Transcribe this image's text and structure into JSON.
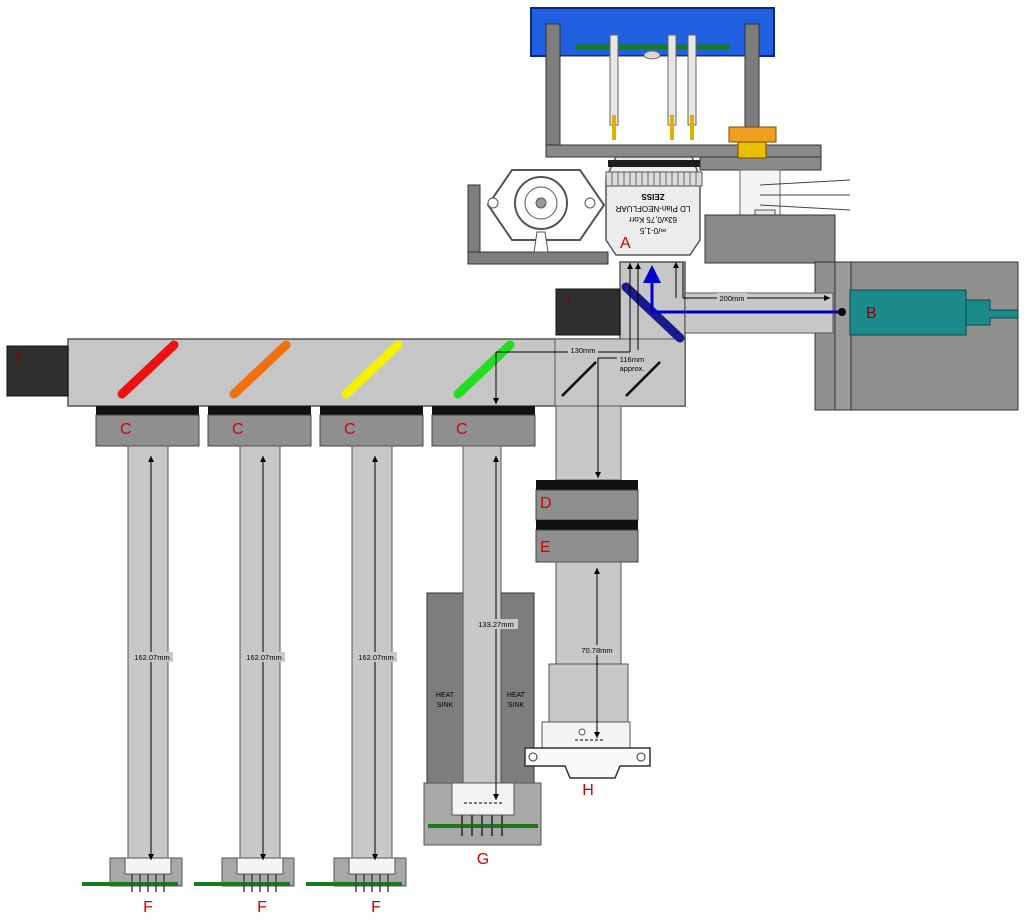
{
  "labels": {
    "objective": "A",
    "camera": "B",
    "led_block": "C",
    "filter_d": "D",
    "filter_e": "E",
    "photodiode": "F",
    "detector_g": "G",
    "detector_h": "H",
    "cap": "I"
  },
  "dimensions": {
    "led_distance": "162.07mm",
    "heatsink_distance": "133.27mm",
    "camera_distance": "200mm",
    "splitter_distance": "130mm",
    "filter_distance": "116mm",
    "filter_approx": "approx.",
    "sensor_distance": "70.78mm"
  },
  "heatsink": {
    "line1": "HEAT",
    "line2": "SINK"
  },
  "objective_text": {
    "brand": "ZEISS",
    "line1": "LD Plan-NEOFLUAR",
    "line2": "63x/0,75 Korr",
    "line3": "∞/0-1,5"
  },
  "colors": {
    "housing": "#c6c6c6",
    "block": "#8f8f8f",
    "dark": "#404040",
    "tube": "#c8c8c8",
    "led_red": "#ee1111",
    "led_orange": "#f07010",
    "led_yellow": "#f5f000",
    "led_green": "#22dd22",
    "beam": "#0000cc",
    "camera": "#1a8a8a",
    "frame_blue": "#1f5fe0",
    "pcb_green": "#1a7a1a",
    "mount_orange": "#f0a020"
  }
}
